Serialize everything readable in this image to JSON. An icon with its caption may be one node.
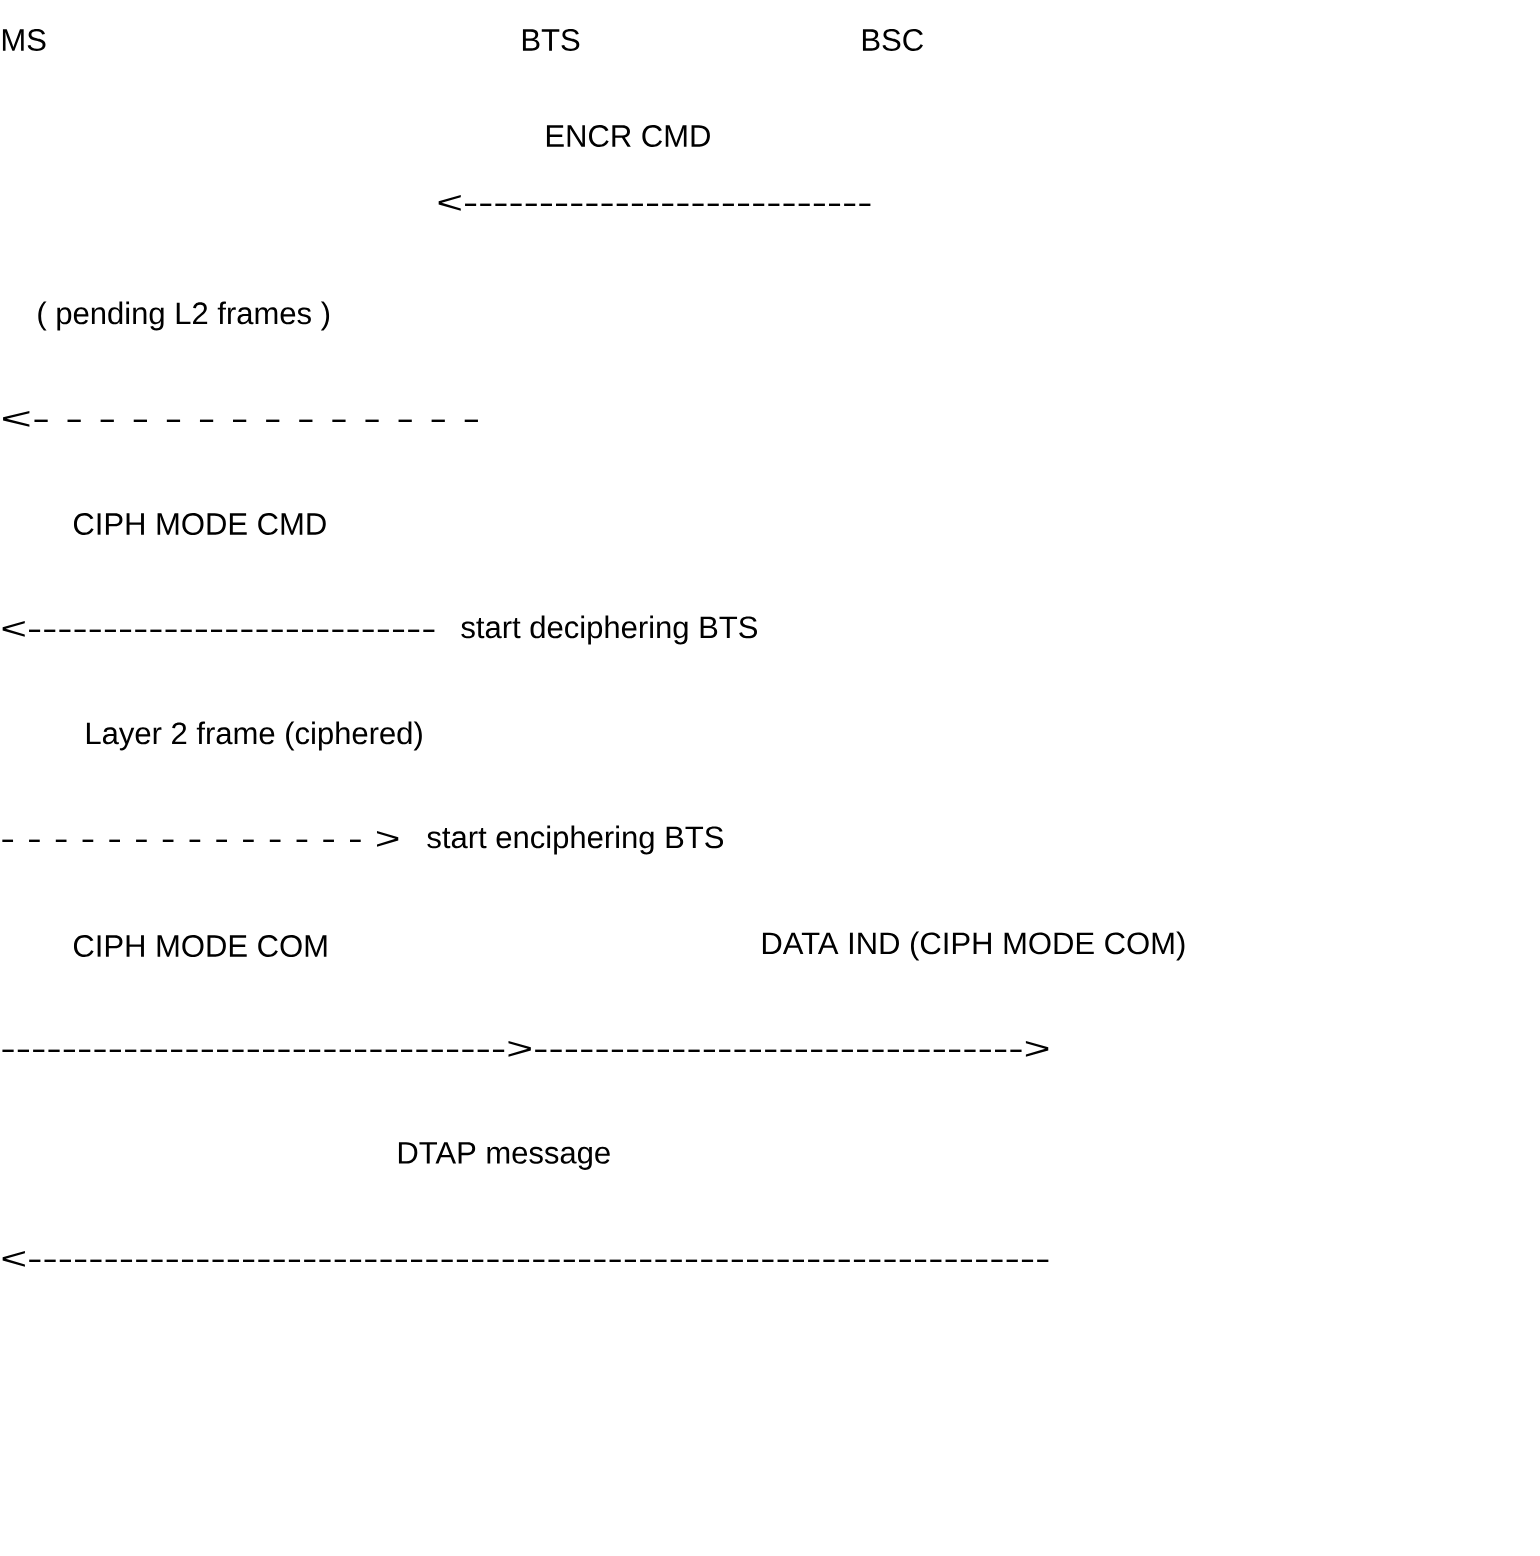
{
  "diagram": {
    "labels": [
      "MS",
      "BTS",
      "BSC",
      "ENCR CMD",
      "<---------------------------",
      "( pending L2 frames )",
      "<- - - - - - - - - - - - - -",
      "CIPH MODE CMD",
      "<---------------------------",
      "start deciphering BTS",
      "Layer 2 frame (ciphered)",
      "- - - - - - - - - - - - - - >",
      "start enciphering BTS",
      "CIPH MODE COM",
      "DATA IND (CIPH MODE COM)",
      "--------------------------------->-------------------------------->",
      "DTAP message",
      "<-------------------------------------------------------------------"
    ]
  }
}
